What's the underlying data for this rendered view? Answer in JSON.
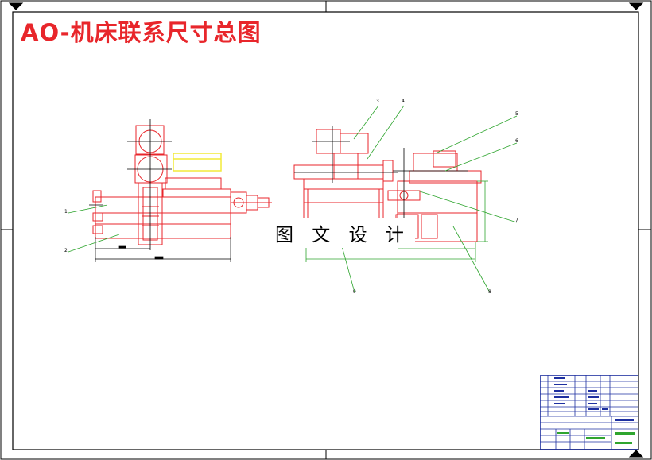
{
  "drawing": {
    "title": "AO-机床联系尺寸总图",
    "watermark": "图 文 设 计"
  },
  "balloons": [
    "1",
    "2",
    "3",
    "4",
    "5",
    "6",
    "7",
    "8",
    "9"
  ],
  "colors": {
    "frame": "#000000",
    "part": "#e8262b",
    "dimension": "#2fa52f",
    "centerline": "#000000",
    "highlight": "#f2ea38",
    "title_block": "#1d2fa0"
  }
}
